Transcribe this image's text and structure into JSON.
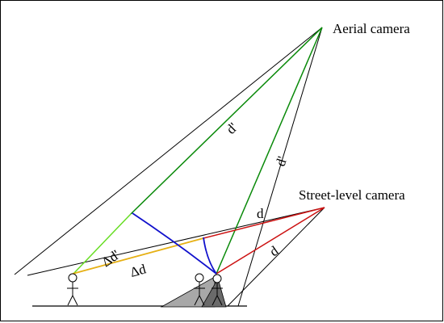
{
  "labels": {
    "aerial_camera": "Aerial camera",
    "street_camera": "Street-level camera",
    "d_prime_aerial_left": "d'",
    "d_prime_aerial_right": "d'",
    "d_street_upper": "d",
    "d_street_lower": "d",
    "delta_d_prime": "Δd'",
    "delta_d": "Δd"
  },
  "colors": {
    "outline": "#000000",
    "aerial_ray": "#0a8a0a",
    "street_ray": "#cc1111",
    "delta_segment": "#e6b014",
    "arc": "#1010cc",
    "light_green_segment": "#66dd22",
    "shadow_dark": "#6a6a6a",
    "shadow_light": "#a8a8a8"
  }
}
